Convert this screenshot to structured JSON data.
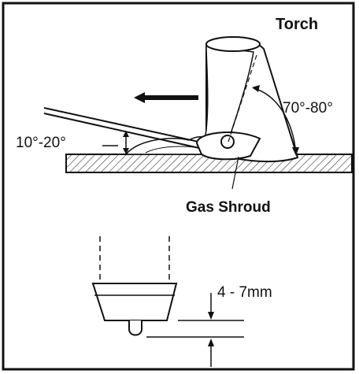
{
  "labels": {
    "torch": "Torch",
    "torch_angle": "70°-80°",
    "rod_angle": "10°-20°",
    "gas_shroud": "Gas Shroud",
    "stickout": "4 - 7mm"
  },
  "colors": {
    "ink": "#111111",
    "paper": "#ffffff"
  }
}
